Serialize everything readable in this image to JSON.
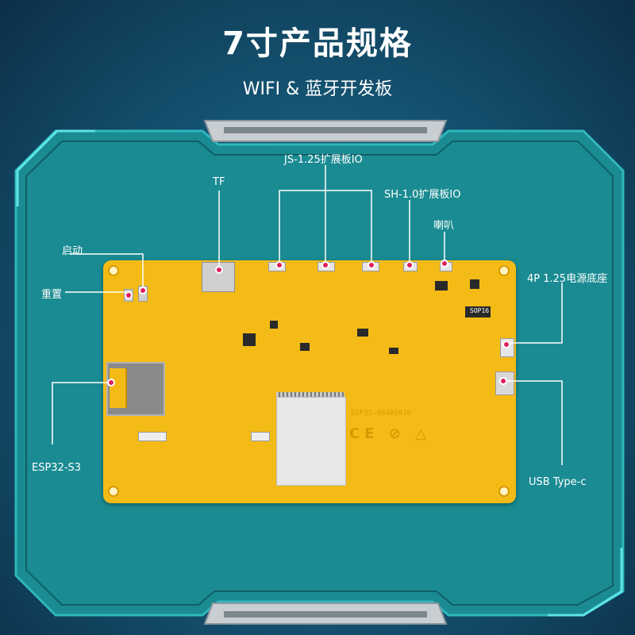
{
  "page": {
    "title": "7寸产品规格",
    "subtitle": "WIFI & 蓝牙开发板"
  },
  "colors": {
    "background": "#14506e",
    "panel": "#19808a",
    "pcb": "#f4bb17",
    "marker": "#e02060"
  },
  "board": {
    "silkscreen_model": "ESP32-8048S070",
    "chip_label": "SOP16",
    "certification_marks": "CE ⊘ △"
  },
  "callouts": {
    "js_io": "JS-1.25扩展板IO",
    "tf": "TF",
    "sh_io": "SH-1.0扩展板IO",
    "speaker": "喇叭",
    "boot": "启动",
    "reset": "重置",
    "power_socket": "4P 1.25电源底座",
    "esp_module": "ESP32-S3",
    "usb": "USB Type-c"
  }
}
